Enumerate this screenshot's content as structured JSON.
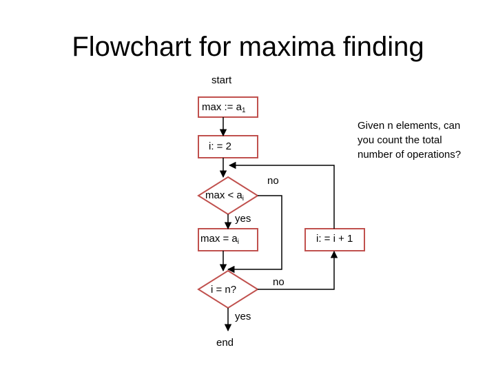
{
  "title": "Flowchart for maxima finding",
  "nodes": {
    "start": "start",
    "init_max": {
      "text": "max := a",
      "sub": "1"
    },
    "init_i": "i: = 2",
    "compare": {
      "text": "max < a",
      "sub": "i"
    },
    "assign_max": {
      "text": "max = a",
      "sub": "i"
    },
    "check_end": "i = n?",
    "increment": "i: = i + 1",
    "end": "end"
  },
  "edge_labels": {
    "compare_yes": "yes",
    "compare_no": "no",
    "check_yes": "yes",
    "check_no": "no"
  },
  "note_lines": [
    "Given n elements, can",
    "you count the total",
    "number of operations?"
  ],
  "colors": {
    "box_fill": "#ffffff",
    "box_stroke": "#c0504d",
    "line": "#000000",
    "text": "#000000"
  }
}
